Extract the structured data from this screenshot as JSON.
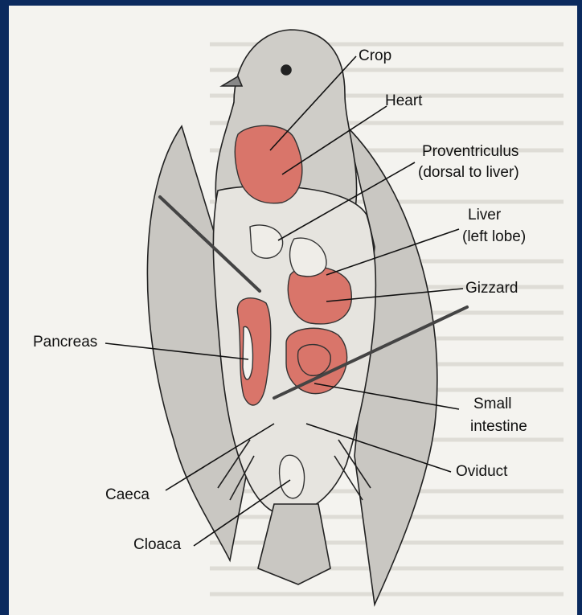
{
  "colors": {
    "frame": "#0b2a5e",
    "paper": "#f4f3ef",
    "organ_fill": "#d9756a",
    "ink": "#111111"
  },
  "labels": {
    "crop": "Crop",
    "heart": "Heart",
    "proventriculus_line1": "Proventriculus",
    "proventriculus_line2": "(dorsal to liver)",
    "liver_line1": "Liver",
    "liver_line2": "(left lobe)",
    "gizzard": "Gizzard",
    "pancreas": "Pancreas",
    "small_intestine_line1": "Small",
    "small_intestine_line2": "intestine",
    "oviduct": "Oviduct",
    "caeca": "Caeca",
    "cloaca": "Cloaca"
  }
}
